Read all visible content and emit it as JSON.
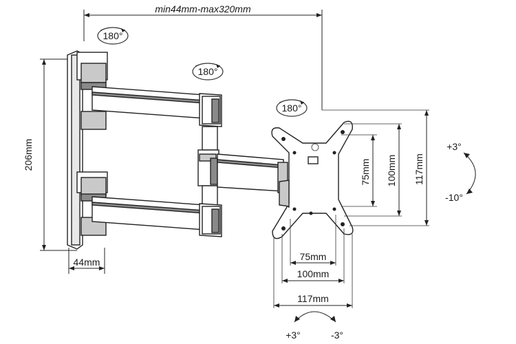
{
  "labels": {
    "arm_extension": "min44mm-max320mm",
    "wall_height": "206mm",
    "wall_depth": "44mm",
    "rotation_wall": "180°",
    "rotation_mid": "180°",
    "rotation_head": "180°",
    "vesa_h_75": "75mm",
    "vesa_h_100": "100mm",
    "vesa_h_117": "117mm",
    "vesa_v_75": "75mm",
    "vesa_v_100": "100mm",
    "vesa_v_117": "117mm",
    "tilt_up": "+3°",
    "tilt_down": "-10°",
    "swivel_left": "+3°",
    "swivel_right": "-3°"
  },
  "colors": {
    "line": "#222222",
    "fill_light": "#ffffff",
    "fill_mid": "#c9c9c9",
    "fill_dark": "#8a8a8a"
  }
}
